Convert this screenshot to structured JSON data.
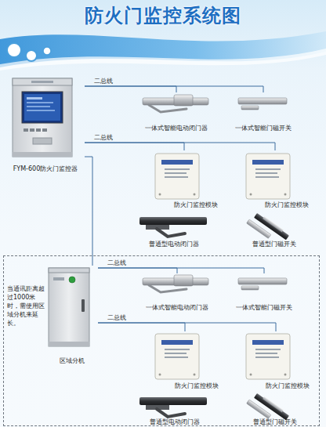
{
  "diagram": {
    "title": "防火门监控系统图",
    "nodes": [
      {
        "text": [
          "FYM-600防火门监控器"
        ]
      },
      {
        "text": [
          "一体式智能电动闭门器"
        ]
      },
      {
        "text": [
          "一体式智能门磁开关"
        ]
      },
      {
        "text": [
          "防火门监控模块"
        ]
      },
      {
        "text": [
          "防火门监控模块"
        ]
      },
      {
        "text": [
          "普通型电动闭门器"
        ]
      },
      {
        "text": [
          "普通型门磁开关"
        ]
      },
      {
        "text": [
          "当通讯距离超过1000米时，需使用区域分机来延长。"
        ]
      },
      {
        "text": [
          "区域分机"
        ],
        "in": 7
      },
      {
        "text": [
          "一体式智能电动闭门器"
        ],
        "in": 7
      },
      {
        "text": [
          "一体式智能门磁开关"
        ],
        "in": 7
      },
      {
        "text": [
          "防火门监控模块"
        ],
        "in": 7
      },
      {
        "text": [
          "防火门监控模块"
        ],
        "in": 7
      },
      {
        "text": [
          "普通型电动闭门器"
        ],
        "in": 7
      },
      {
        "text": [
          "普通型门磁开关"
        ],
        "in": 7
      }
    ],
    "edges": [
      {
        "from": 0,
        "to": 1,
        "label": "二总线",
        "arrow": "none"
      },
      {
        "from": 0,
        "to": 2,
        "arrow": "none"
      },
      {
        "from": 0,
        "to": 3,
        "label": "二总线",
        "arrow": "none"
      },
      {
        "from": 0,
        "to": 4,
        "arrow": "none"
      },
      {
        "from": 0,
        "to": 8,
        "arrow": "none"
      },
      {
        "from": 8,
        "to": 9,
        "label": "二总线",
        "arrow": "none"
      },
      {
        "from": 8,
        "to": 10,
        "arrow": "none"
      },
      {
        "from": 8,
        "to": 11,
        "label": "二总线",
        "arrow": "none"
      },
      {
        "from": 8,
        "to": 12,
        "arrow": "none"
      }
    ]
  }
}
